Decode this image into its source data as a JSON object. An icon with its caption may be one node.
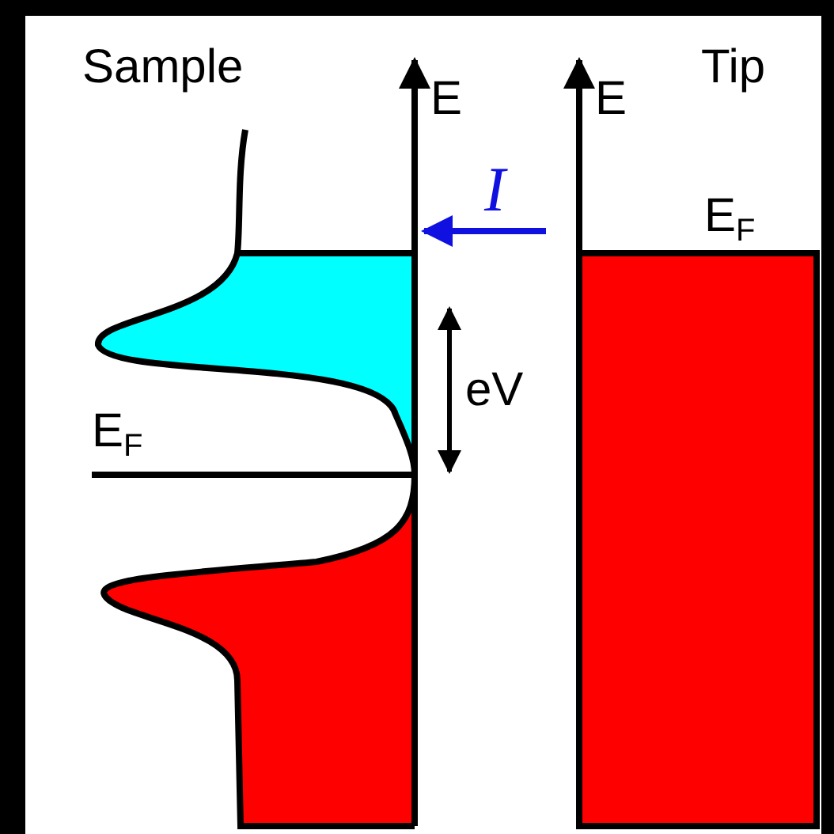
{
  "diagram": {
    "labels": [
      "Sample",
      "E",
      "E",
      "Tip",
      "I",
      "E$_{F}$",
      "eV",
      "E$_{F}$"
    ]
  }
}
